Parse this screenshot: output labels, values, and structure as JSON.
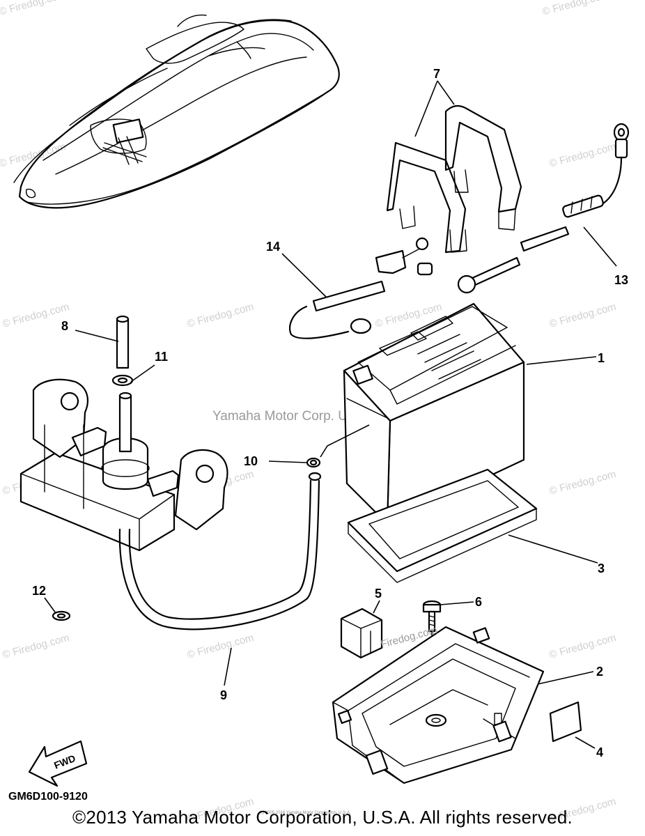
{
  "diagram": {
    "center_watermark": "Yamaha Motor Corp. U.S.A.",
    "small_watermark": "(c) 2005-2016 Yamaha Motor Corporation, U.S.A.",
    "site_watermark": "© Firedog.com",
    "site_watermark_inline": "Firedog.com",
    "diagram_code": "GM6D100-9120",
    "fwd_label": "FWD",
    "callouts": [
      "1",
      "2",
      "3",
      "4",
      "5",
      "6",
      "7",
      "8",
      "9",
      "10",
      "11",
      "12",
      "13",
      "14"
    ]
  },
  "footer": {
    "copyright": "©2013 Yamaha Motor Corporation, U.S.A. All rights reserved."
  }
}
